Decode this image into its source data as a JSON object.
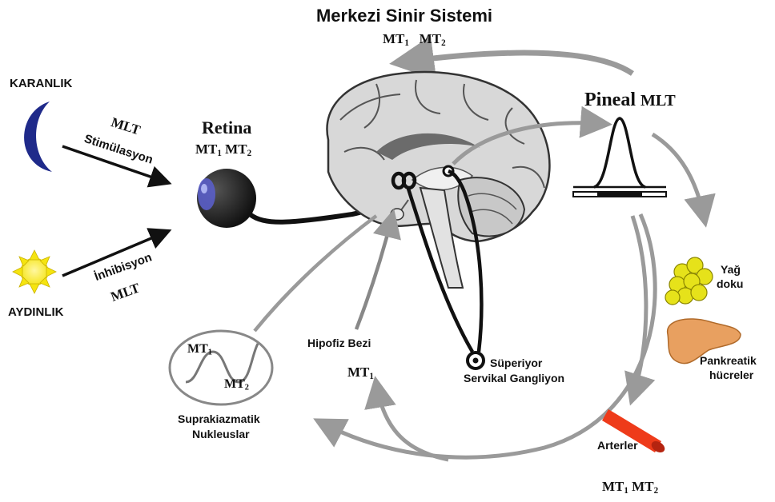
{
  "title": "Merkezi Sinir Sistemi",
  "receptors": {
    "mt1": "MT",
    "mt2": "MT",
    "sub1": "1",
    "sub2": "2"
  },
  "light": {
    "dark": "KARANLIK",
    "bright": "AYDINLIK",
    "mlt": "MLT",
    "stimulation": "Stimülasyon",
    "inhibition": "İnhibisyon"
  },
  "retina": {
    "label": "Retina"
  },
  "pineal": {
    "label": "Pineal",
    "mlt": "MLT"
  },
  "targets": {
    "fat_line1": "Yağ",
    "fat_line2": "doku",
    "pancreas_line1": "Pankreatik",
    "pancreas_line2": "hücreler",
    "arteries": "Arterler"
  },
  "brain_parts": {
    "pituitary": "Hipofiz Bezi",
    "scg_line1": "Süperiyor",
    "scg_line2": "Servikal Gangliyon",
    "scn_line1": "Suprakiazmatik",
    "scn_line2": "Nukleuslar"
  },
  "colors": {
    "arrow_gray": "#9a9a9a",
    "moon": "#1f2a8a",
    "sun": "#f5e410",
    "artery": "#ee3b1a",
    "fat": "#e6e21a",
    "pancreas": "#e8a060"
  }
}
